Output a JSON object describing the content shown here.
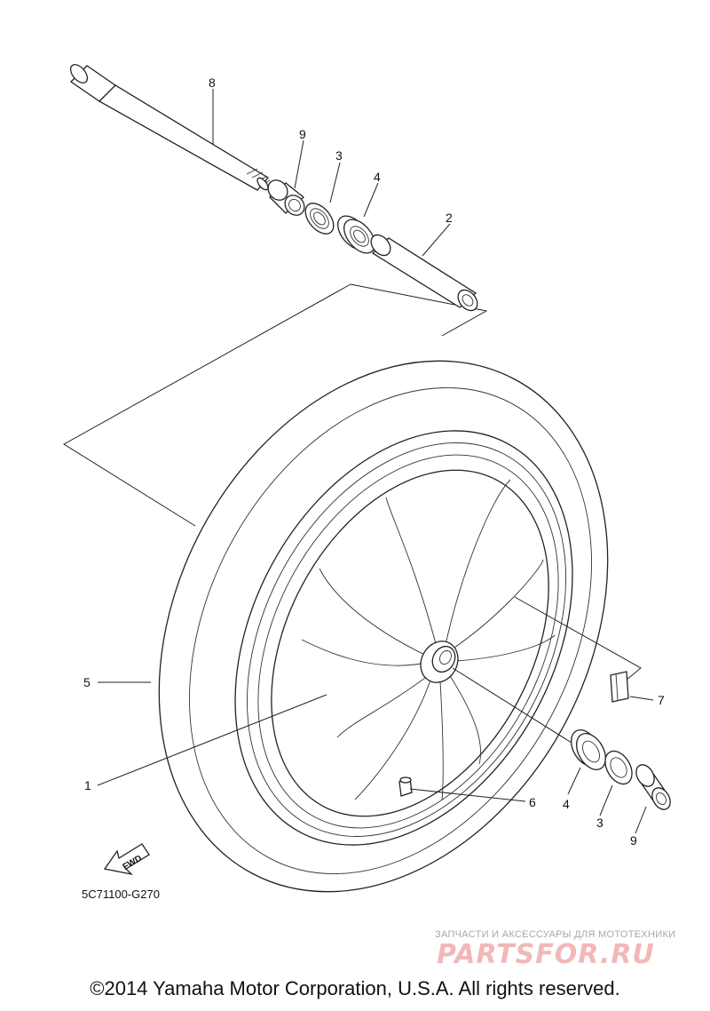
{
  "diagram": {
    "part_code": "5C71100-G270",
    "direction_label": "FWD",
    "callouts": {
      "axle": "8",
      "collar_top": "9",
      "oil_seal_top": "3",
      "bearing_top": "4",
      "spacer": "2",
      "tire": "5",
      "wheel": "1",
      "balance_weight": "7",
      "valve": "6",
      "bearing_bottom": "4",
      "oil_seal_bottom": "3",
      "collar_bottom": "9"
    }
  },
  "watermark": {
    "tagline": "ЗАПЧАСТИ И АКСЕССУАРЫ ДЛЯ МОТОТЕХНИКИ",
    "brand": "PARTSFOR.RU"
  },
  "footer": {
    "copyright": "©2014 Yamaha Motor Corporation, U.S.A. All rights reserved."
  }
}
